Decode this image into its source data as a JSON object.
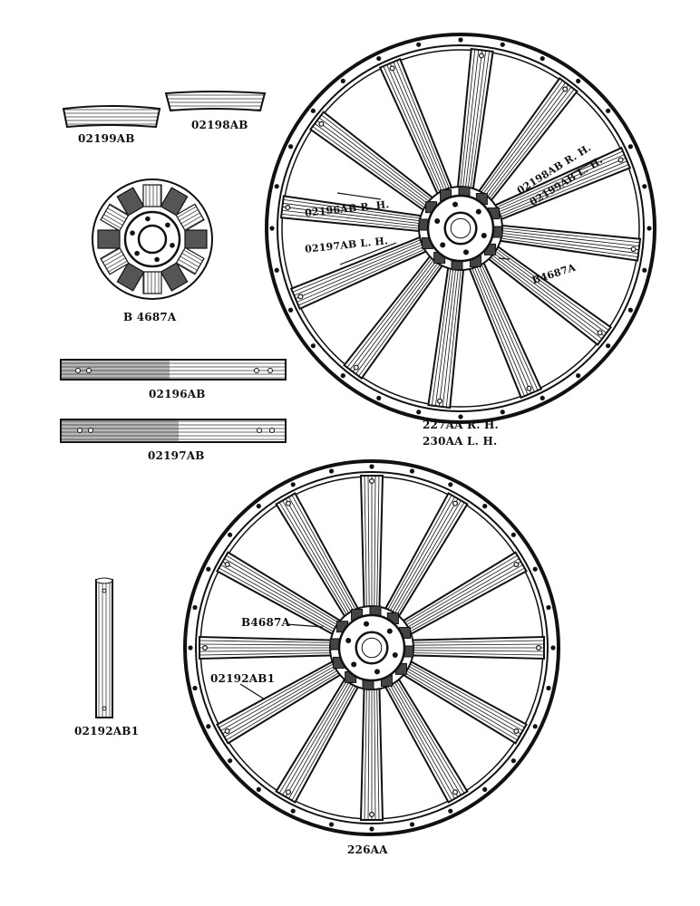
{
  "parts": {
    "small_block_1": "02199AB",
    "small_block_2": "02198AB",
    "hub_plate": "B 4687A",
    "spoke_long_1": "02196AB",
    "spoke_long_2": "02197AB",
    "spoke_single": "02192AB1"
  },
  "front_wheel": {
    "label_a": "02196AB R. H.",
    "label_b": "02197AB L. H.",
    "label_c": "02198AB R. H.",
    "label_d": "02199AB L. H.",
    "label_hub": "B4687A",
    "caption_1": "227AA R. H.",
    "caption_2": "230AA L. H."
  },
  "rear_wheel": {
    "label_hub": "B4687A",
    "label_spoke": "02192AB1",
    "caption": "226AA"
  },
  "colors": {
    "ink": "#111111",
    "paper": "#ffffff",
    "wood": "#e8e4dc"
  }
}
